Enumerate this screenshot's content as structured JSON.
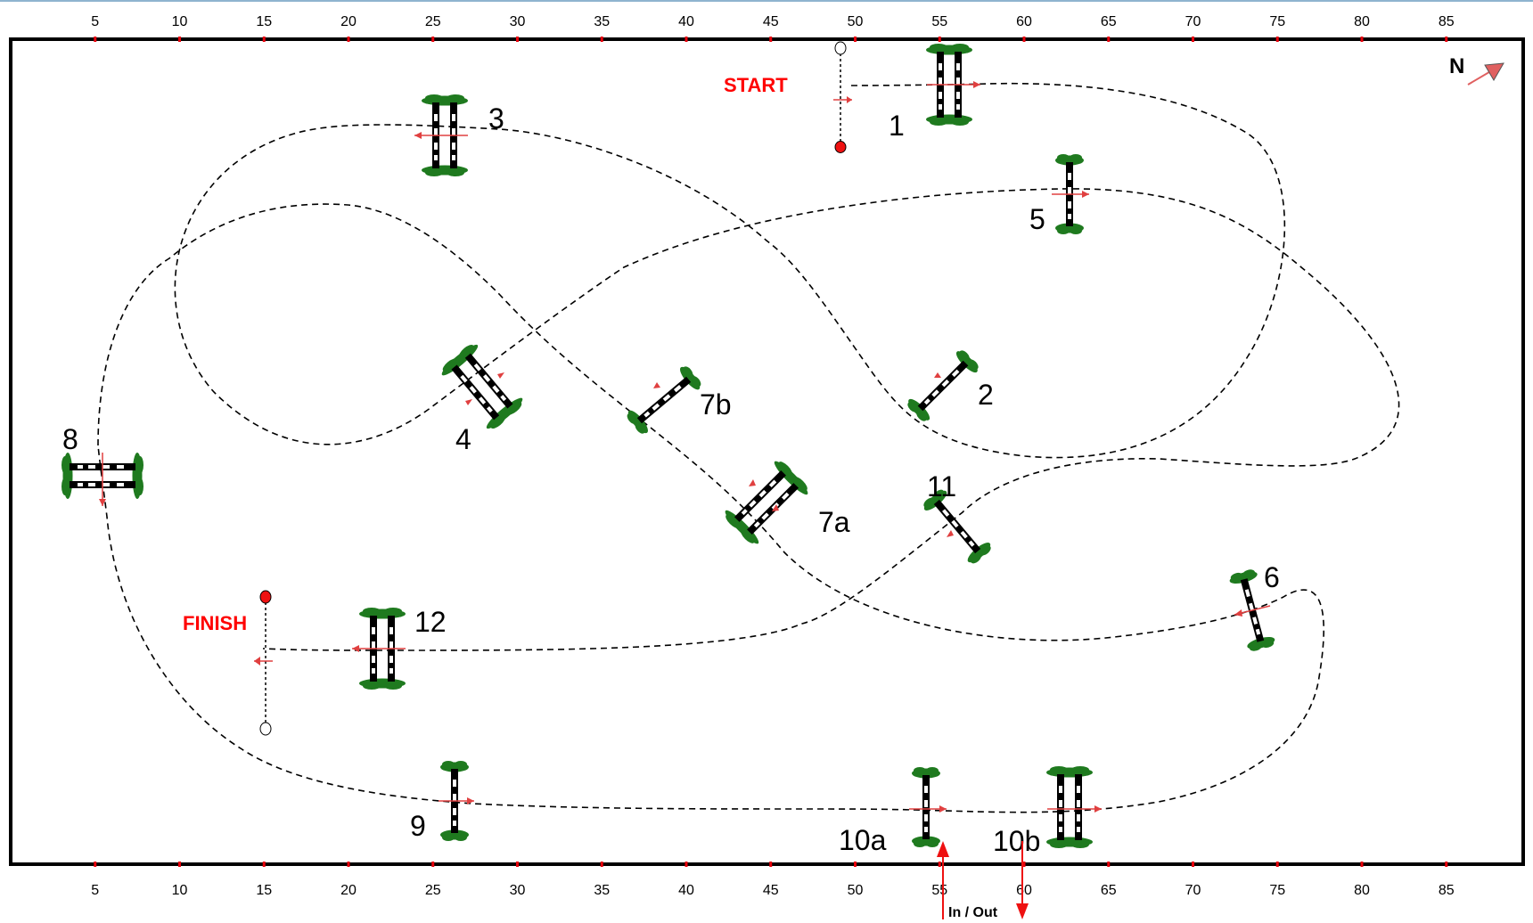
{
  "scale": [
    5,
    10,
    15,
    20,
    25,
    30,
    35,
    40,
    45,
    50,
    55,
    60,
    65,
    70,
    75,
    80,
    85
  ],
  "labels": {
    "start": "START",
    "finish": "FINISH",
    "in_out": "In / Out",
    "north": "N"
  },
  "fences": [
    {
      "id": "f1",
      "label": "1",
      "type": "oxer",
      "angle": 0
    },
    {
      "id": "f2",
      "label": "2",
      "type": "vertical",
      "angle": 45
    },
    {
      "id": "f3",
      "label": "3",
      "type": "oxer",
      "angle": 0
    },
    {
      "id": "f4",
      "label": "4",
      "type": "oxer",
      "angle": -40
    },
    {
      "id": "f5",
      "label": "5",
      "type": "vertical",
      "angle": 0
    },
    {
      "id": "f6",
      "label": "6",
      "type": "vertical",
      "angle": -15
    },
    {
      "id": "f7a",
      "label": "7a",
      "type": "oxer",
      "angle": 45
    },
    {
      "id": "f7b",
      "label": "7b",
      "type": "vertical",
      "angle": 50
    },
    {
      "id": "f8",
      "label": "8",
      "type": "oxer",
      "angle": 90
    },
    {
      "id": "f9",
      "label": "9",
      "type": "vertical",
      "angle": 0
    },
    {
      "id": "f10a",
      "label": "10a",
      "type": "vertical",
      "angle": 0
    },
    {
      "id": "f10b",
      "label": "10b",
      "type": "oxer",
      "angle": 0
    },
    {
      "id": "f11",
      "label": "11",
      "type": "vertical",
      "angle": -40
    },
    {
      "id": "f12",
      "label": "12",
      "type": "oxer",
      "angle": 0
    }
  ],
  "colors": {
    "arena_border": "#000000",
    "tick": "#e8000b",
    "track": "#000000",
    "label_red": "#ff0000",
    "arrow": "#e04040",
    "greenery": "#1f7a1f",
    "flag_red": "#ee1111",
    "compass": "#e06060",
    "top_line": "#8fb4cf"
  }
}
